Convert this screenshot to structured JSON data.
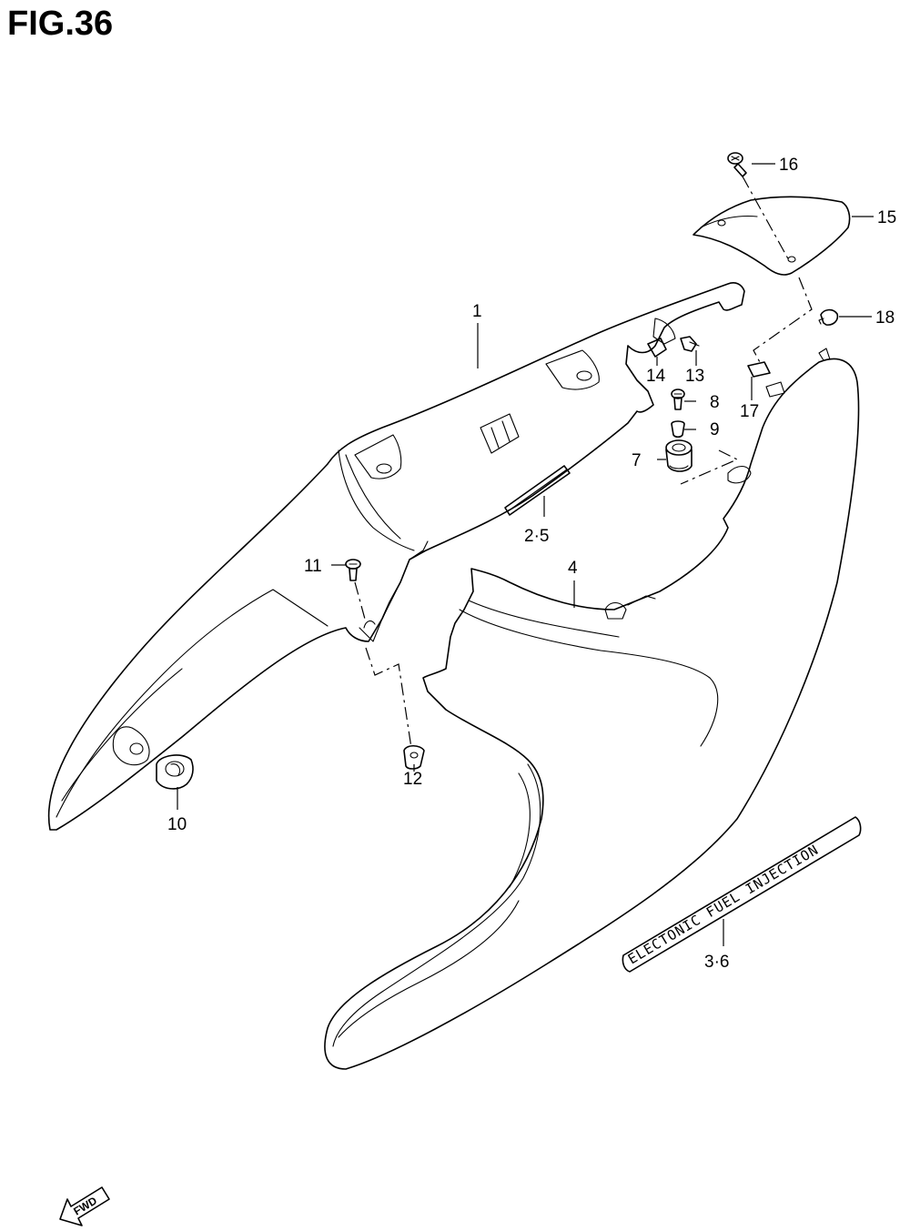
{
  "figure": {
    "title": "FIG.36"
  },
  "callouts": [
    {
      "id": "1",
      "label": "1"
    },
    {
      "id": "2-5",
      "label": "2·5"
    },
    {
      "id": "3-6",
      "label": "3·6"
    },
    {
      "id": "4",
      "label": "4"
    },
    {
      "id": "7",
      "label": "7"
    },
    {
      "id": "8",
      "label": "8"
    },
    {
      "id": "9",
      "label": "9"
    },
    {
      "id": "10",
      "label": "10"
    },
    {
      "id": "11",
      "label": "11"
    },
    {
      "id": "12",
      "label": "12"
    },
    {
      "id": "13",
      "label": "13"
    },
    {
      "id": "14",
      "label": "14"
    },
    {
      "id": "15",
      "label": "15"
    },
    {
      "id": "16",
      "label": "16"
    },
    {
      "id": "17",
      "label": "17"
    },
    {
      "id": "18",
      "label": "18"
    }
  ],
  "decal": {
    "text": "ELECTONIC FUEL INJECTION"
  },
  "direction_arrow": {
    "text": "FWD"
  }
}
